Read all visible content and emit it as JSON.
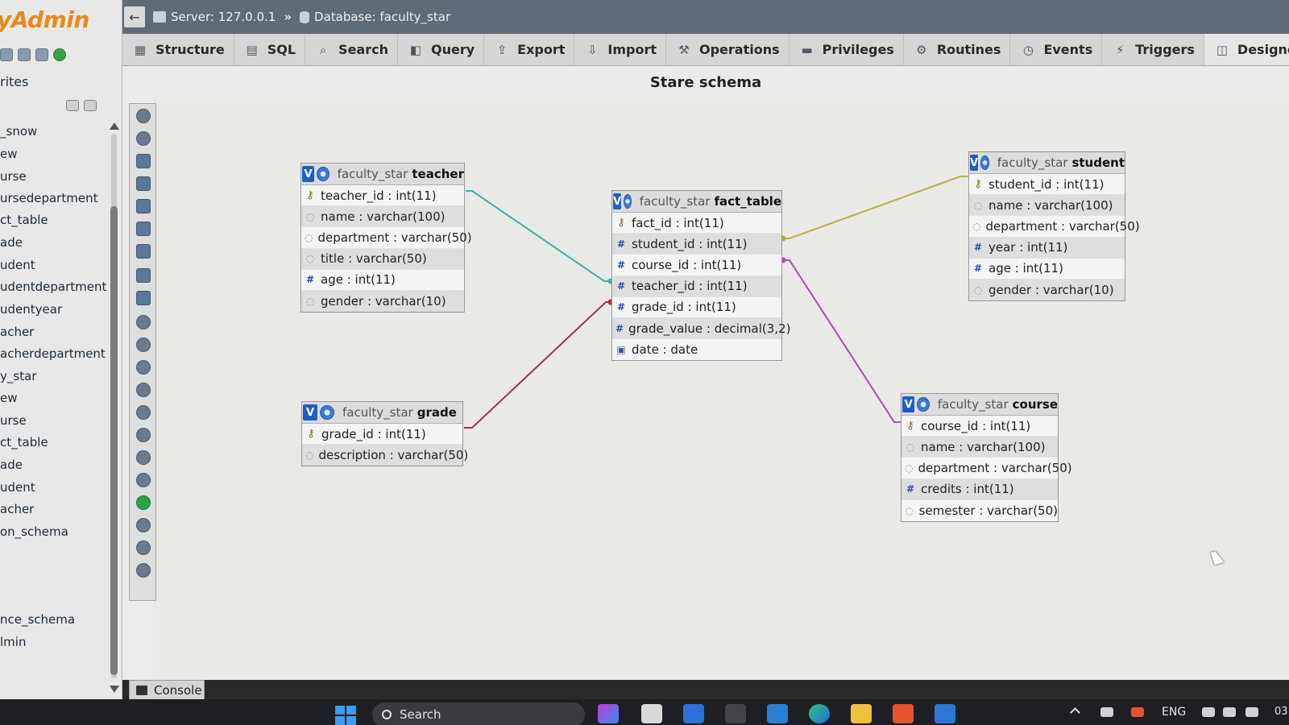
{
  "nav": {
    "logo": "yAdmin",
    "recent_favorites": "rites",
    "items": [
      "_snow",
      "ew",
      "urse",
      "ursedepartment",
      "ct_table",
      "ade",
      "udent",
      "udentdepartment",
      "udentyear",
      "acher",
      "acherdepartment",
      "y_star",
      "ew",
      "urse",
      "ct_table",
      "ade",
      "udent",
      "acher",
      "on_schema",
      "nce_schema",
      "lmin"
    ]
  },
  "breadcrumb": {
    "server": "Server: 127.0.0.1",
    "separator": "»",
    "database": "Database: faculty_star"
  },
  "tabs": [
    {
      "label": "Structure",
      "icon": "structure-icon"
    },
    {
      "label": "SQL",
      "icon": "sql-icon"
    },
    {
      "label": "Search",
      "icon": "search-icon"
    },
    {
      "label": "Query",
      "icon": "query-icon"
    },
    {
      "label": "Export",
      "icon": "export-icon"
    },
    {
      "label": "Import",
      "icon": "import-icon"
    },
    {
      "label": "Operations",
      "icon": "wrench-icon"
    },
    {
      "label": "Privileges",
      "icon": "privileges-icon"
    },
    {
      "label": "Routines",
      "icon": "routines-icon"
    },
    {
      "label": "Events",
      "icon": "clock-icon"
    },
    {
      "label": "Triggers",
      "icon": "triggers-icon"
    },
    {
      "label": "Designer",
      "icon": "designer-icon"
    }
  ],
  "schema_title": "Stare schema",
  "tables": {
    "teacher": {
      "db": "faculty_star",
      "name": "teacher",
      "fields": [
        {
          "label": "teacher_id : int(11)",
          "kind": "key"
        },
        {
          "label": "name : varchar(100)",
          "kind": "str"
        },
        {
          "label": "department : varchar(50)",
          "kind": "str"
        },
        {
          "label": "title : varchar(50)",
          "kind": "str"
        },
        {
          "label": "age : int(11)",
          "kind": "num"
        },
        {
          "label": "gender : varchar(10)",
          "kind": "str"
        }
      ]
    },
    "grade": {
      "db": "faculty_star",
      "name": "grade",
      "fields": [
        {
          "label": "grade_id : int(11)",
          "kind": "key"
        },
        {
          "label": "description : varchar(50)",
          "kind": "str"
        }
      ]
    },
    "fact_table": {
      "db": "faculty_star",
      "name": "fact_table",
      "fields": [
        {
          "label": "fact_id : int(11)",
          "kind": "key"
        },
        {
          "label": "student_id : int(11)",
          "kind": "num"
        },
        {
          "label": "course_id : int(11)",
          "kind": "num"
        },
        {
          "label": "teacher_id : int(11)",
          "kind": "num"
        },
        {
          "label": "grade_id : int(11)",
          "kind": "num"
        },
        {
          "label": "grade_value : decimal(3,2)",
          "kind": "num"
        },
        {
          "label": "date : date",
          "kind": "date"
        }
      ]
    },
    "student": {
      "db": "faculty_star",
      "name": "student",
      "fields": [
        {
          "label": "student_id : int(11)",
          "kind": "key"
        },
        {
          "label": "name : varchar(100)",
          "kind": "str"
        },
        {
          "label": "department : varchar(50)",
          "kind": "str"
        },
        {
          "label": "year : int(11)",
          "kind": "num"
        },
        {
          "label": "age : int(11)",
          "kind": "num"
        },
        {
          "label": "gender : varchar(10)",
          "kind": "str"
        }
      ]
    },
    "course": {
      "db": "faculty_star",
      "name": "course",
      "fields": [
        {
          "label": "course_id : int(11)",
          "kind": "key"
        },
        {
          "label": "name : varchar(100)",
          "kind": "str"
        },
        {
          "label": "department : varchar(50)",
          "kind": "str"
        },
        {
          "label": "credits : int(11)",
          "kind": "num"
        },
        {
          "label": "semester : varchar(50)",
          "kind": "str"
        }
      ]
    }
  },
  "relation_colors": {
    "teacher": "#3bb3a8",
    "grade": "#9a3a3a",
    "student": "#b8b040",
    "course": "#b04ab8"
  },
  "console": "Console",
  "taskbar": {
    "search": "Search",
    "lang": "ENG",
    "clock": "03"
  }
}
